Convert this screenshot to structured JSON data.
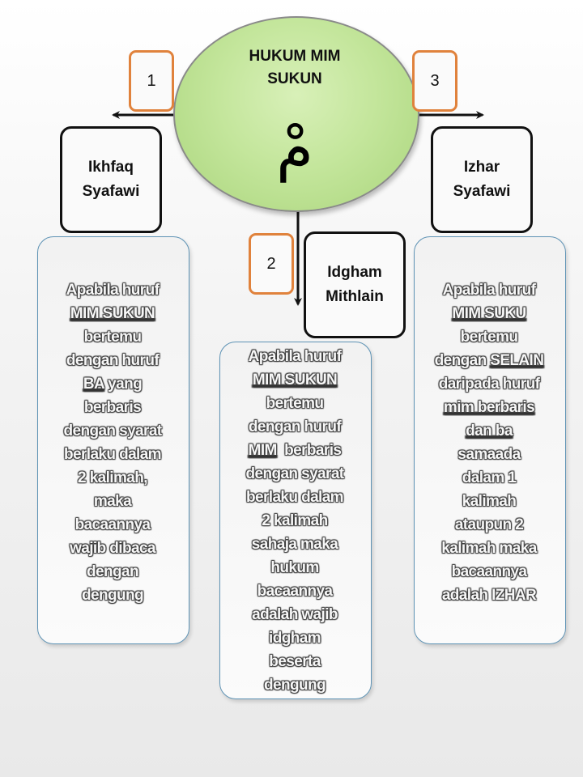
{
  "center": {
    "title": "HUKUM MIM\nSUKUN",
    "glyph": "مْ"
  },
  "branches": [
    {
      "number": "1",
      "name": "Ikhfaq\nSyafawi",
      "description": [
        {
          "text": "Apabila huruf",
          "underline": false
        },
        {
          "text": "MIM SUKUN",
          "underline": true
        },
        {
          "text": "bertemu",
          "underline": false
        },
        {
          "text": "dengan huruf",
          "underline": false
        },
        {
          "parts": [
            {
              "text": "BA",
              "underline": true
            },
            {
              "text": " yang",
              "underline": false
            }
          ]
        },
        {
          "text": "berbaris",
          "underline": false
        },
        {
          "text": "dengan syarat",
          "underline": false
        },
        {
          "text": "berlaku dalam",
          "underline": false
        },
        {
          "text": "2 kalimah,",
          "underline": false
        },
        {
          "text": "maka",
          "underline": false
        },
        {
          "text": "bacaannya",
          "underline": false
        },
        {
          "text": "wajib dibaca",
          "underline": false
        },
        {
          "text": "dengan",
          "underline": false
        },
        {
          "text": "dengung",
          "underline": false
        }
      ]
    },
    {
      "number": "2",
      "name": "Idgham\nMithlain",
      "description": [
        {
          "text": "Apabila huruf",
          "underline": false
        },
        {
          "text": "MIM SUKUN",
          "underline": true
        },
        {
          "text": "bertemu",
          "underline": false
        },
        {
          "text": "dengan huruf",
          "underline": false
        },
        {
          "parts": [
            {
              "text": "MIM",
              "underline": true
            },
            {
              "text": "  berbaris",
              "underline": false
            }
          ]
        },
        {
          "text": "dengan syarat",
          "underline": false
        },
        {
          "text": "berlaku dalam",
          "underline": false
        },
        {
          "text": "2 kalimah",
          "underline": false
        },
        {
          "text": "sahaja maka",
          "underline": false
        },
        {
          "text": "hukum",
          "underline": false
        },
        {
          "text": "bacaannya",
          "underline": false
        },
        {
          "text": "adalah wajib",
          "underline": false
        },
        {
          "text": "idgham",
          "underline": false
        },
        {
          "text": "beserta",
          "underline": false
        },
        {
          "text": "dengung",
          "underline": false
        }
      ]
    },
    {
      "number": "3",
      "name": "Izhar\nSyafawi",
      "description": [
        {
          "text": "Apabila huruf",
          "underline": false
        },
        {
          "text": "MIM SUKU",
          "underline": true
        },
        {
          "text": "bertemu",
          "underline": false
        },
        {
          "parts": [
            {
              "text": "dengan ",
              "underline": false
            },
            {
              "text": "SELAIN",
              "underline": true
            }
          ]
        },
        {
          "text": "daripada huruf",
          "underline": false
        },
        {
          "text": "mim berbaris",
          "underline": true
        },
        {
          "text": "dan ba",
          "underline": true
        },
        {
          "text": "samaada",
          "underline": false
        },
        {
          "text": "dalam 1",
          "underline": false
        },
        {
          "text": "kalimah",
          "underline": false
        },
        {
          "text": "ataupun 2",
          "underline": false
        },
        {
          "text": "kalimah maka",
          "underline": false
        },
        {
          "text": "bacaannya",
          "underline": false
        },
        {
          "text": "adalah IZHAR",
          "underline": false
        }
      ]
    }
  ]
}
